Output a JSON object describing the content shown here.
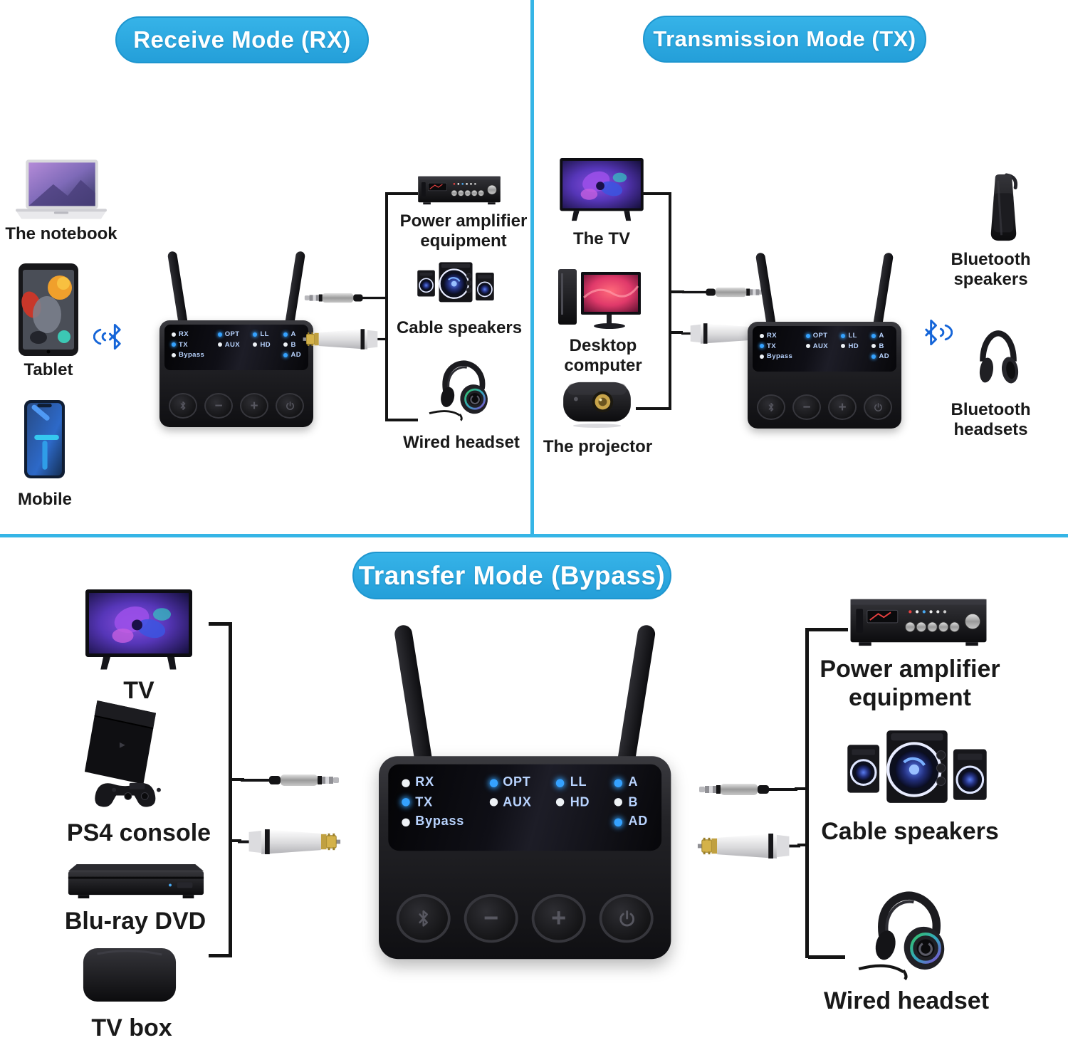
{
  "palette": {
    "accent_cyan": "#29a9e0",
    "divider_cyan": "#35b5e6",
    "bluetooth_blue": "#1565d8",
    "led_lit_blue": "#35a2ff",
    "led_off_white": "#eef2f6",
    "line_black": "#141414",
    "label_color": "#191919"
  },
  "sections": {
    "rx": {
      "title": "Receive Mode (RX)",
      "sources": {
        "notebook": "The notebook",
        "tablet": "Tablet",
        "mobile": "Mobile"
      },
      "outputs": {
        "amplifier": "Power amplifier equipment",
        "cable_speakers": "Cable speakers",
        "wired_headset": "Wired headset"
      }
    },
    "tx": {
      "title": "Transmission Mode (TX)",
      "sources": {
        "tv": "The TV",
        "desktop": "Desktop computer",
        "projector": "The projector"
      },
      "outputs": {
        "bt_speakers": "Bluetooth speakers",
        "bt_headsets": "Bluetooth headsets"
      }
    },
    "bypass": {
      "title": "Transfer Mode (Bypass)",
      "sources": {
        "tv": "TV",
        "ps4": "PS4 console",
        "bluray": "Blu-ray DVD",
        "tv_box": "TV box"
      },
      "outputs": {
        "amplifier": "Power amplifier equipment",
        "cable_speakers": "Cable speakers",
        "wired_headset": "Wired headset"
      }
    }
  },
  "device": {
    "led_columns": [
      [
        {
          "label": "RX",
          "lit": false
        },
        {
          "label": "TX",
          "lit": true
        },
        {
          "label": "Bypass",
          "lit": false
        }
      ],
      [
        {
          "label": "OPT",
          "lit": true
        },
        {
          "label": "AUX",
          "lit": false
        }
      ],
      [
        {
          "label": "LL",
          "lit": true
        },
        {
          "label": "HD",
          "lit": false
        }
      ],
      [
        {
          "label": "A",
          "lit": true
        },
        {
          "label": "B",
          "lit": false
        },
        {
          "label": "AD",
          "lit": true
        }
      ]
    ],
    "buttons": [
      "bluetooth-icon",
      "minus-icon",
      "plus-icon",
      "power-icon"
    ]
  }
}
